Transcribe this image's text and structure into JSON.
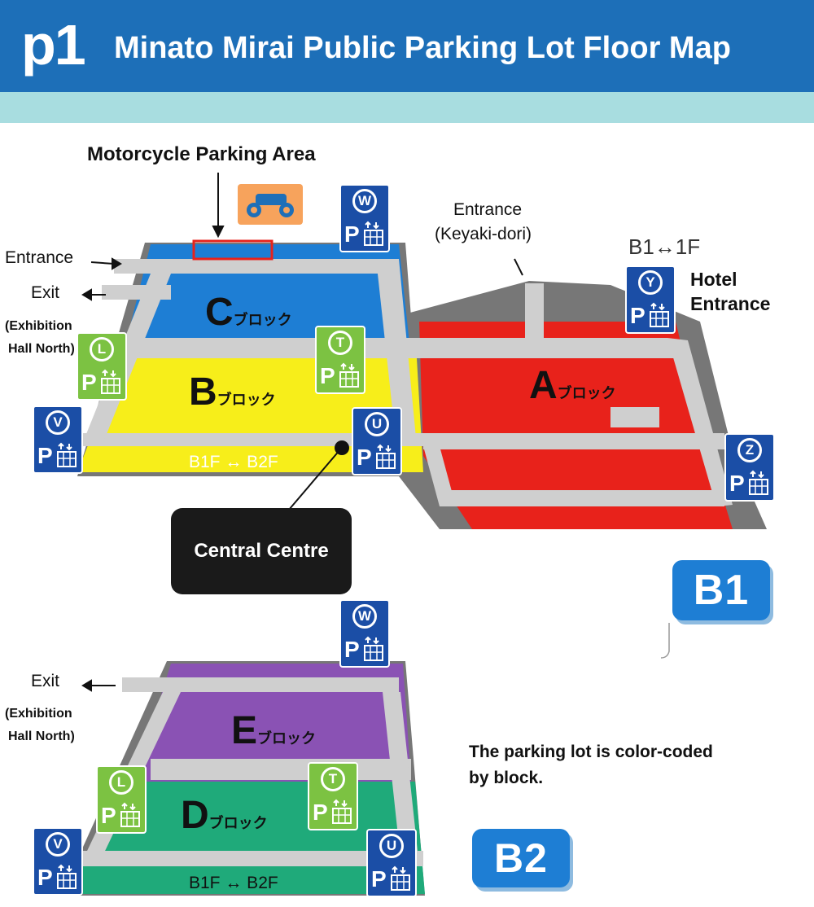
{
  "header": {
    "page_label": "p1",
    "title": "Minato Mirai Public Parking Lot Floor Map"
  },
  "labels": {
    "motorcycle_area": "Motorcycle Parking Area",
    "entrance_left": "Entrance",
    "exit_b1": "Exit",
    "exhibition_b1_line1": "(Exhibition",
    "exhibition_b1_line2": "Hall North)",
    "entrance_keyaki_line1": "Entrance",
    "entrance_keyaki_line2": "(Keyaki-dori)",
    "level_link_top": "B1↔1F",
    "hotel_line1": "Hotel",
    "hotel_line2": "Entrance",
    "b1f_b2f_upper": "B1F ↔ B2F",
    "central_centre": "Central Centre",
    "exit_b2": "Exit",
    "exhibition_b2_line1": "(Exhibition",
    "exhibition_b2_line2": "Hall North)",
    "note_line1": "The parking lot is color-coded",
    "note_line2": "by block.",
    "b1f_b2f_lower": "B1F ↔ B2F"
  },
  "levels": {
    "b1": "B1",
    "b2": "B2"
  },
  "blocks": {
    "a": {
      "letter": "A",
      "suffix": "ブロック",
      "color": "#e8221b"
    },
    "b": {
      "letter": "B",
      "suffix": "ブロック",
      "color": "#f7ee1a"
    },
    "c": {
      "letter": "C",
      "suffix": "ブロック",
      "color": "#1e7ed4"
    },
    "d": {
      "letter": "D",
      "suffix": "ブロック",
      "color": "#1faa7a"
    },
    "e": {
      "letter": "E",
      "suffix": "ブロック",
      "color": "#8a52b4"
    }
  },
  "elevators": {
    "w_b1": {
      "letter": "W",
      "p": "P",
      "color": "#1b4ea6"
    },
    "y": {
      "letter": "Y",
      "p": "P",
      "color": "#1b4ea6"
    },
    "l_b1": {
      "letter": "L",
      "p": "P",
      "color": "#7cc242"
    },
    "t_b1": {
      "letter": "T",
      "p": "P",
      "color": "#7cc242"
    },
    "v_b1": {
      "letter": "V",
      "p": "P",
      "color": "#1b4ea6"
    },
    "u_b1": {
      "letter": "U",
      "p": "P",
      "color": "#1b4ea6"
    },
    "z": {
      "letter": "Z",
      "p": "P",
      "color": "#1b4ea6"
    },
    "w_b2": {
      "letter": "W",
      "p": "P",
      "color": "#1b4ea6"
    },
    "l_b2": {
      "letter": "L",
      "p": "P",
      "color": "#7cc242"
    },
    "t_b2": {
      "letter": "T",
      "p": "P",
      "color": "#7cc242"
    },
    "v_b2": {
      "letter": "V",
      "p": "P",
      "color": "#1b4ea6"
    },
    "u_b2": {
      "letter": "U",
      "p": "P",
      "color": "#1b4ea6"
    }
  }
}
